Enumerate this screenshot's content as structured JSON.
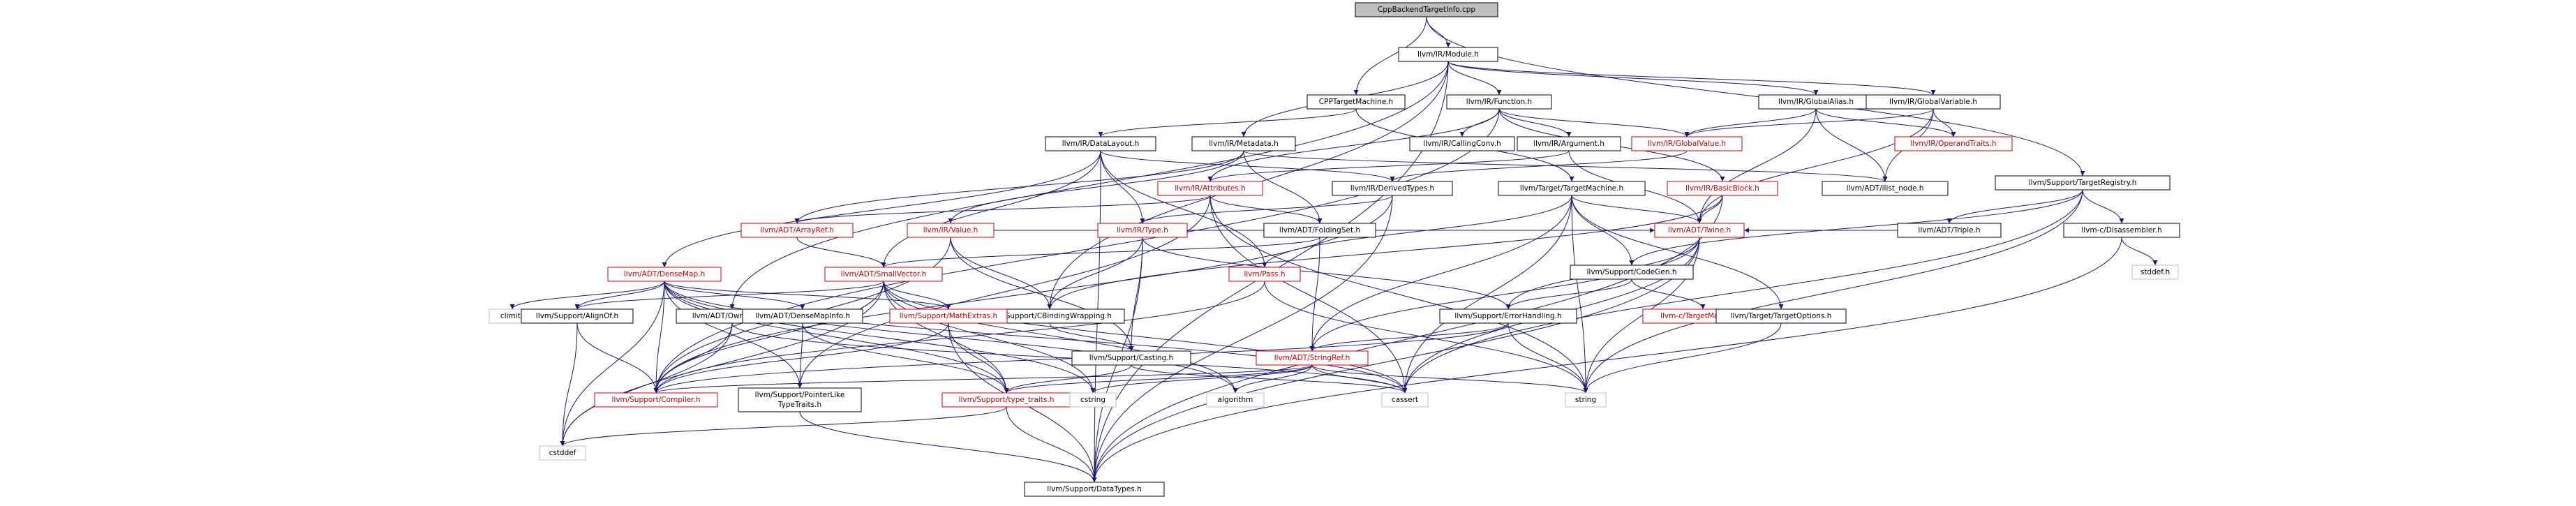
{
  "colors": {
    "edge": "#191970",
    "red": "#cc0000",
    "black": "#000000",
    "gray": "#bfbfbf",
    "root_fill": "#bfbfbf"
  },
  "nodes": [
    {
      "id": "root",
      "label": "CppBackendTargetInfo.cpp",
      "kind": "root"
    },
    {
      "id": "module",
      "label": "llvm/IR/Module.h",
      "kind": "black"
    },
    {
      "id": "cpptm",
      "label": "CPPTargetMachine.h",
      "kind": "black"
    },
    {
      "id": "function",
      "label": "llvm/IR/Function.h",
      "kind": "black"
    },
    {
      "id": "galias",
      "label": "llvm/IR/GlobalAlias.h",
      "kind": "black"
    },
    {
      "id": "gvar",
      "label": "llvm/IR/GlobalVariable.h",
      "kind": "black"
    },
    {
      "id": "treg",
      "label": "llvm/Support/TargetRegistry.h",
      "kind": "black"
    },
    {
      "id": "datalayout",
      "label": "llvm/IR/DataLayout.h",
      "kind": "black"
    },
    {
      "id": "metadata",
      "label": "llvm/IR/Metadata.h",
      "kind": "black"
    },
    {
      "id": "callconv",
      "label": "llvm/IR/CallingConv.h",
      "kind": "black"
    },
    {
      "id": "argument",
      "label": "llvm/IR/Argument.h",
      "kind": "black"
    },
    {
      "id": "gvalue",
      "label": "llvm/IR/GlobalValue.h",
      "kind": "red"
    },
    {
      "id": "operandtraits",
      "label": "llvm/IR/OperandTraits.h",
      "kind": "red"
    },
    {
      "id": "attributes",
      "label": "llvm/IR/Attributes.h",
      "kind": "red"
    },
    {
      "id": "derivedtypes",
      "label": "llvm/IR/DerivedTypes.h",
      "kind": "black"
    },
    {
      "id": "ttm",
      "label": "llvm/Target/TargetMachine.h",
      "kind": "black"
    },
    {
      "id": "basicblock",
      "label": "llvm/IR/BasicBlock.h",
      "kind": "red"
    },
    {
      "id": "ilistnode",
      "label": "llvm/ADT/ilist_node.h",
      "kind": "black"
    },
    {
      "id": "adttriple",
      "label": "llvm/ADT/Triple.h",
      "kind": "black"
    },
    {
      "id": "disasm",
      "label": "llvm-c/Disassembler.h",
      "kind": "black"
    },
    {
      "id": "arrayref",
      "label": "llvm/ADT/ArrayRef.h",
      "kind": "red"
    },
    {
      "id": "value",
      "label": "llvm/IR/Value.h",
      "kind": "red"
    },
    {
      "id": "type",
      "label": "llvm/IR/Type.h",
      "kind": "red"
    },
    {
      "id": "foldingset",
      "label": "llvm/ADT/FoldingSet.h",
      "kind": "black"
    },
    {
      "id": "twine",
      "label": "llvm/ADT/Twine.h",
      "kind": "red"
    },
    {
      "id": "codegen",
      "label": "llvm/Support/CodeGen.h",
      "kind": "black"
    },
    {
      "id": "stddef",
      "label": "stddef.h",
      "kind": "gray"
    },
    {
      "id": "densemap",
      "label": "llvm/ADT/DenseMap.h",
      "kind": "red"
    },
    {
      "id": "smallvector",
      "label": "llvm/ADT/SmallVector.h",
      "kind": "red"
    },
    {
      "id": "cbinding",
      "label": "llvm/Support/CBindingWrapping.h",
      "kind": "black"
    },
    {
      "id": "pass",
      "label": "llvm/Pass.h",
      "kind": "red"
    },
    {
      "id": "errorhandling",
      "label": "llvm/Support/ErrorHandling.h",
      "kind": "black"
    },
    {
      "id": "ctm",
      "label": "llvm-c/TargetMachine.h",
      "kind": "red"
    },
    {
      "id": "toptions",
      "label": "llvm/Target/TargetOptions.h",
      "kind": "black"
    },
    {
      "id": "climits",
      "label": "climits",
      "kind": "gray"
    },
    {
      "id": "alignof",
      "label": "llvm/Support/AlignOf.h",
      "kind": "black"
    },
    {
      "id": "owningptr",
      "label": "llvm/ADT/OwningPtr.h",
      "kind": "black"
    },
    {
      "id": "densemapinfo",
      "label": "llvm/ADT/DenseMapInfo.h",
      "kind": "black"
    },
    {
      "id": "mathextras",
      "label": "llvm/Support/MathExtras.h",
      "kind": "red"
    },
    {
      "id": "casting",
      "label": "llvm/Support/Casting.h",
      "kind": "black"
    },
    {
      "id": "stringref",
      "label": "llvm/ADT/StringRef.h",
      "kind": "red"
    },
    {
      "id": "compiler",
      "label": "llvm/Support/Compiler.h",
      "kind": "red"
    },
    {
      "id": "pointerlike",
      "label": "llvm/Support/PointerLikeTypeTraits.h",
      "label_lines": [
        "llvm/Support/PointerLike",
        "TypeTraits.h"
      ],
      "kind": "black"
    },
    {
      "id": "typetraits",
      "label": "llvm/Support/type_traits.h",
      "kind": "red"
    },
    {
      "id": "cstring",
      "label": "cstring",
      "kind": "gray"
    },
    {
      "id": "algorithm",
      "label": "algorithm",
      "kind": "gray"
    },
    {
      "id": "cassert",
      "label": "cassert",
      "kind": "gray"
    },
    {
      "id": "string",
      "label": "string",
      "kind": "gray"
    },
    {
      "id": "cstddef",
      "label": "cstddef",
      "kind": "gray"
    },
    {
      "id": "datatypes",
      "label": "llvm/Support/DataTypes.h",
      "kind": "black"
    }
  ],
  "edges": [
    [
      "root",
      "module"
    ],
    [
      "root",
      "cpptm"
    ],
    [
      "root",
      "treg"
    ],
    [
      "module",
      "function"
    ],
    [
      "module",
      "galias"
    ],
    [
      "module",
      "gvar"
    ],
    [
      "module",
      "metadata"
    ],
    [
      "module",
      "owningptr"
    ],
    [
      "module",
      "datatypes"
    ],
    [
      "module",
      "cbinding"
    ],
    [
      "cpptm",
      "datalayout"
    ],
    [
      "cpptm",
      "ttm"
    ],
    [
      "function",
      "callconv"
    ],
    [
      "function",
      "argument"
    ],
    [
      "function",
      "gvalue"
    ],
    [
      "function",
      "attributes"
    ],
    [
      "function",
      "basicblock"
    ],
    [
      "function",
      "compiler"
    ],
    [
      "galias",
      "gvalue"
    ],
    [
      "galias",
      "operandtraits"
    ],
    [
      "galias",
      "ilistnode"
    ],
    [
      "galias",
      "twine"
    ],
    [
      "gvar",
      "gvalue"
    ],
    [
      "gvar",
      "operandtraits"
    ],
    [
      "gvar",
      "ilistnode"
    ],
    [
      "gvar",
      "twine"
    ],
    [
      "treg",
      "adttriple"
    ],
    [
      "treg",
      "disasm"
    ],
    [
      "treg",
      "codegen"
    ],
    [
      "treg",
      "string"
    ],
    [
      "treg",
      "cassert"
    ],
    [
      "datalayout",
      "derivedtypes"
    ],
    [
      "datalayout",
      "type"
    ],
    [
      "datalayout",
      "densemap"
    ],
    [
      "datalayout",
      "smallvector"
    ],
    [
      "datalayout",
      "pass"
    ],
    [
      "datalayout",
      "datatypes"
    ],
    [
      "metadata",
      "value"
    ],
    [
      "metadata",
      "arrayref"
    ],
    [
      "metadata",
      "ilistnode"
    ],
    [
      "metadata",
      "foldingset"
    ],
    [
      "argument",
      "attributes"
    ],
    [
      "argument",
      "twine"
    ],
    [
      "gvalue",
      "derivedtypes"
    ],
    [
      "attributes",
      "arrayref"
    ],
    [
      "attributes",
      "foldingset"
    ],
    [
      "attributes",
      "cassert"
    ],
    [
      "attributes",
      "pointerlike"
    ],
    [
      "attributes",
      "string"
    ],
    [
      "derivedtypes",
      "type"
    ],
    [
      "derivedtypes",
      "compiler"
    ],
    [
      "derivedtypes",
      "datatypes"
    ],
    [
      "ttm",
      "pass"
    ],
    [
      "ttm",
      "codegen"
    ],
    [
      "ttm",
      "toptions"
    ],
    [
      "ttm",
      "stringref"
    ],
    [
      "ttm",
      "cassert"
    ],
    [
      "ttm",
      "string"
    ],
    [
      "ttm",
      "twine"
    ],
    [
      "basicblock",
      "twine"
    ],
    [
      "basicblock",
      "cbinding"
    ],
    [
      "basicblock",
      "datatypes"
    ],
    [
      "adttriple",
      "twine"
    ],
    [
      "disasm",
      "stddef"
    ],
    [
      "disasm",
      "datatypes"
    ],
    [
      "arrayref",
      "smallvector"
    ],
    [
      "value",
      "twine"
    ],
    [
      "value",
      "cbinding"
    ],
    [
      "value",
      "casting"
    ],
    [
      "value",
      "compiler"
    ],
    [
      "type",
      "casting"
    ],
    [
      "type",
      "cbinding"
    ],
    [
      "type",
      "datatypes"
    ],
    [
      "type",
      "errorhandling"
    ],
    [
      "foldingset",
      "smallvector"
    ],
    [
      "foldingset",
      "stringref"
    ],
    [
      "twine",
      "stringref"
    ],
    [
      "twine",
      "cassert"
    ],
    [
      "twine",
      "string"
    ],
    [
      "twine",
      "datatypes"
    ],
    [
      "twine",
      "errorhandling"
    ],
    [
      "codegen",
      "ctm"
    ],
    [
      "codegen",
      "errorhandling"
    ],
    [
      "densemap",
      "densemapinfo"
    ],
    [
      "densemap",
      "alignof"
    ],
    [
      "densemap",
      "mathextras"
    ],
    [
      "densemap",
      "pointerlike"
    ],
    [
      "densemap",
      "typetraits"
    ],
    [
      "densemap",
      "algorithm"
    ],
    [
      "densemap",
      "cassert"
    ],
    [
      "densemap",
      "climits"
    ],
    [
      "densemap",
      "cstddef"
    ],
    [
      "densemap",
      "cstring"
    ],
    [
      "densemap",
      "compiler"
    ],
    [
      "smallvector",
      "alignof"
    ],
    [
      "smallvector",
      "compiler"
    ],
    [
      "smallvector",
      "mathextras"
    ],
    [
      "smallvector",
      "typetraits"
    ],
    [
      "smallvector",
      "algorithm"
    ],
    [
      "smallvector",
      "cassert"
    ],
    [
      "smallvector",
      "cstddef"
    ],
    [
      "smallvector",
      "cstring"
    ],
    [
      "cbinding",
      "casting"
    ],
    [
      "pass",
      "compiler"
    ],
    [
      "pass",
      "string"
    ],
    [
      "errorhandling",
      "stringref"
    ],
    [
      "errorhandling",
      "compiler"
    ],
    [
      "errorhandling",
      "string"
    ],
    [
      "toptions",
      "string"
    ],
    [
      "alignof",
      "compiler"
    ],
    [
      "alignof",
      "cstddef"
    ],
    [
      "owningptr",
      "compiler"
    ],
    [
      "owningptr",
      "cassert"
    ],
    [
      "owningptr",
      "cstddef"
    ],
    [
      "densemapinfo",
      "pointerlike"
    ],
    [
      "densemapinfo",
      "typetraits"
    ],
    [
      "mathextras",
      "compiler"
    ],
    [
      "mathextras",
      "typetraits"
    ],
    [
      "mathextras",
      "datatypes"
    ],
    [
      "casting",
      "typetraits"
    ],
    [
      "casting",
      "cassert"
    ],
    [
      "stringref",
      "typetraits"
    ],
    [
      "stringref",
      "algorithm"
    ],
    [
      "stringref",
      "cassert"
    ],
    [
      "stringref",
      "cstring"
    ],
    [
      "stringref",
      "string"
    ],
    [
      "stringref",
      "compiler"
    ],
    [
      "pointerlike",
      "datatypes"
    ],
    [
      "typetraits",
      "cstddef"
    ],
    [
      "typetraits",
      "datatypes"
    ]
  ]
}
